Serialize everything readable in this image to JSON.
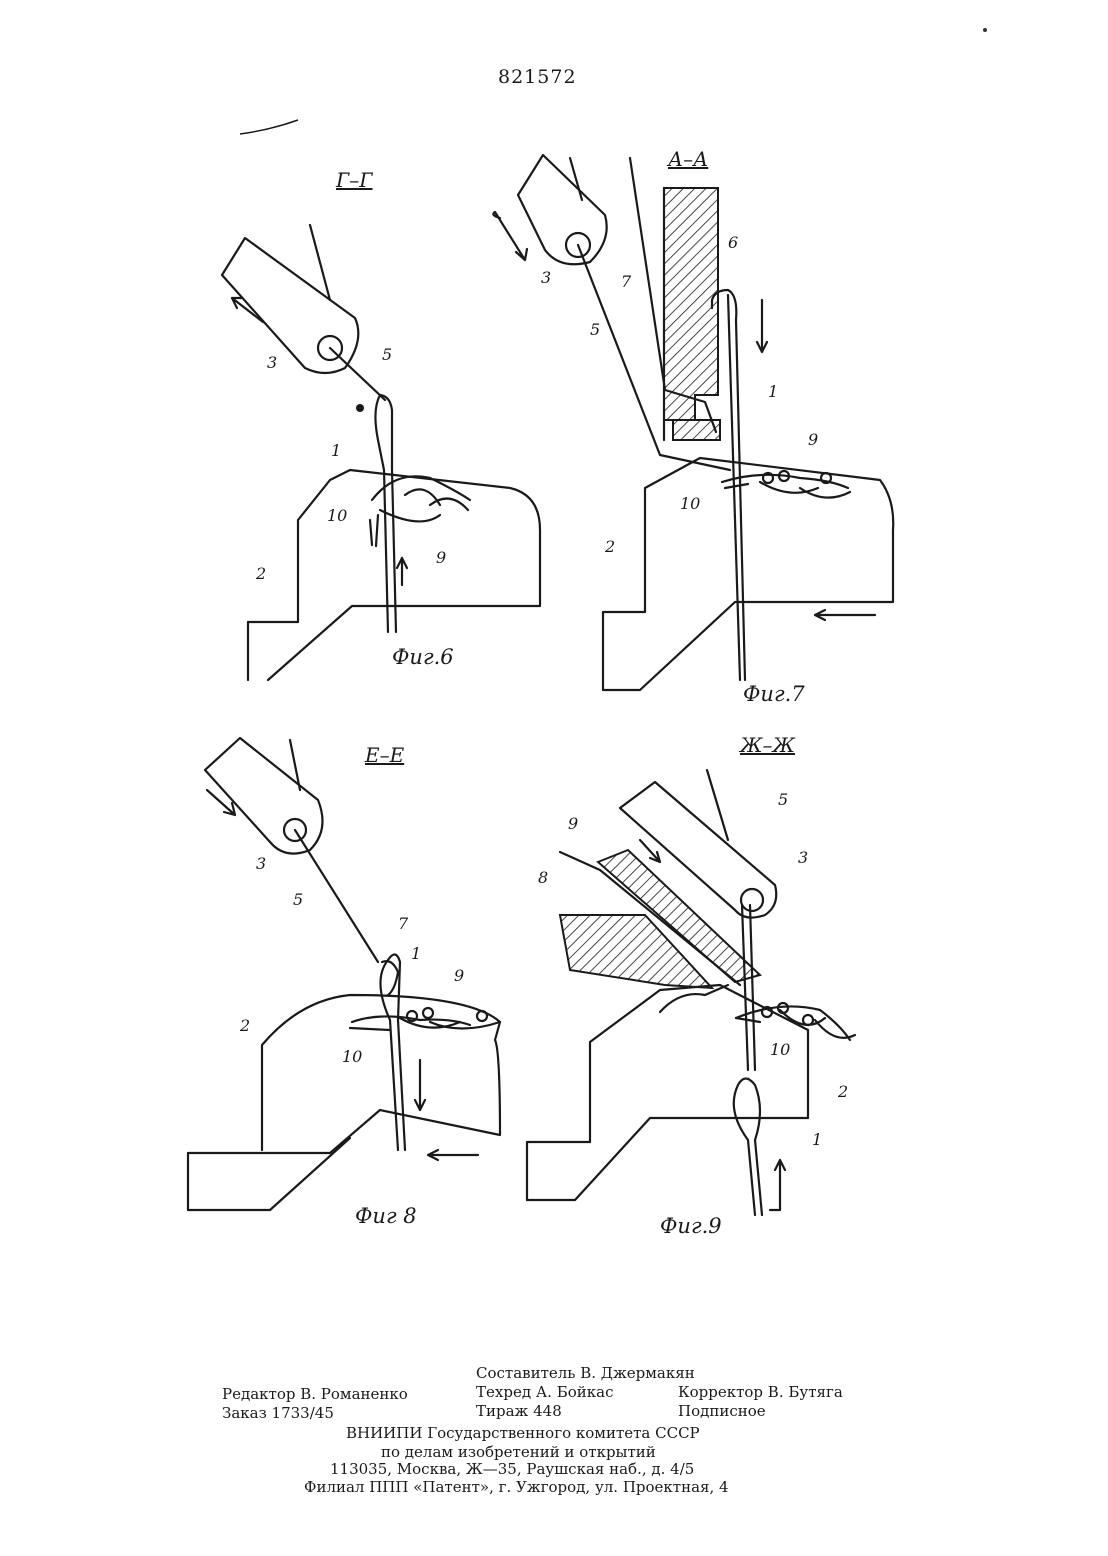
{
  "header": {
    "patent_number": "821572"
  },
  "figures": [
    {
      "section": "Г–Г",
      "caption": "Фиг.6",
      "labels": [
        "3",
        "5",
        "1",
        "10",
        "9",
        "2"
      ]
    },
    {
      "section": "А–А",
      "caption": "Фиг.7",
      "labels": [
        "3",
        "6",
        "7",
        "5",
        "1",
        "9",
        "10",
        "2"
      ]
    },
    {
      "section": "Е–Е",
      "caption": "Фиг 8",
      "labels": [
        "3",
        "5",
        "7",
        "1",
        "9",
        "2",
        "10"
      ]
    },
    {
      "section": "Ж–Ж",
      "caption": "Фиг.9",
      "labels": [
        "5",
        "9",
        "3",
        "8",
        "10",
        "2",
        "1"
      ]
    }
  ],
  "colophon": {
    "compiler": "Составитель В. Джермакян",
    "editor": "Редактор В. Романенко",
    "techred": "Техред А. Бойкас",
    "corrector": "Корректор В. Бутяга",
    "order": "Заказ 1733/45",
    "circulation": "Тираж 448",
    "subscription": "Подписное",
    "org_line1": "ВНИИПИ  Государственного  комитета  СССР",
    "org_line2": "по  делам  изобретений  и  открытий",
    "address": "113035,  Москва,  Ж—35,  Раушская  наб.,  д.  4/5",
    "branch": "Филиал  ППП  «Патент»,  г.  Ужгород,  ул.  Проектная,  4"
  }
}
